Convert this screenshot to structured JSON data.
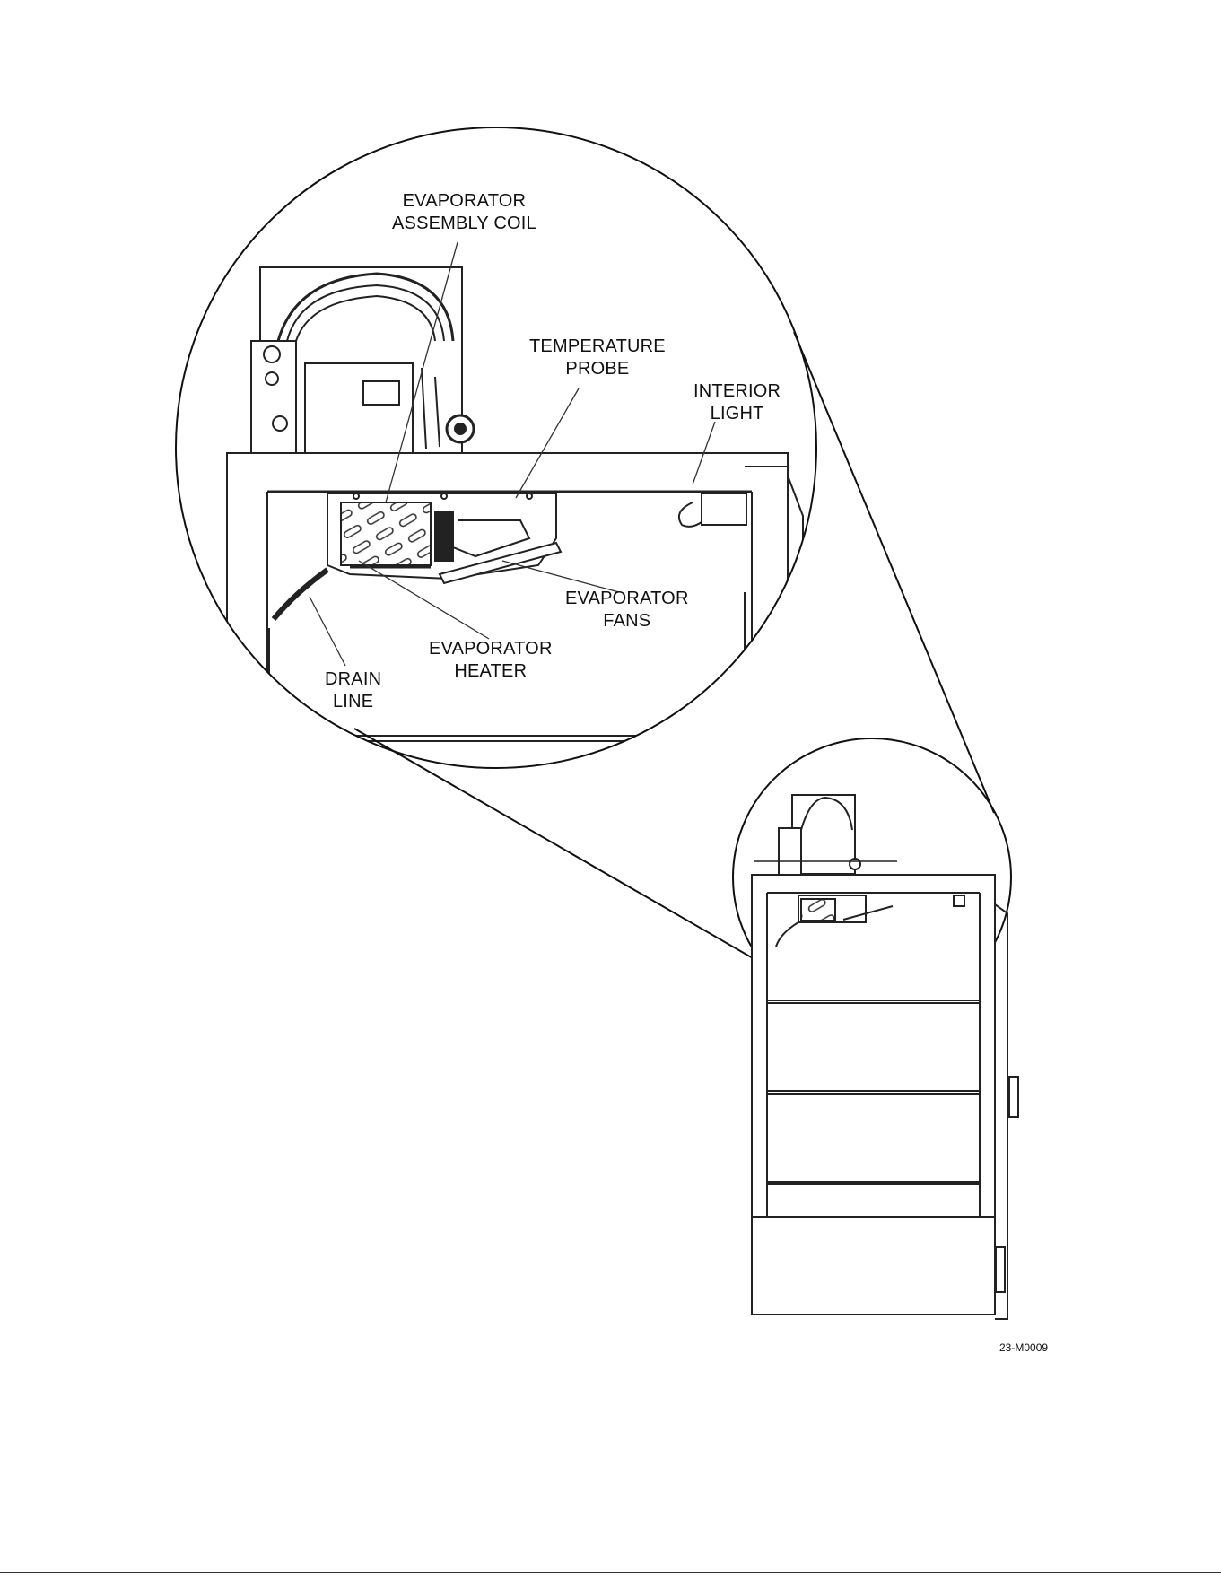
{
  "callouts": {
    "evaporator_coil": [
      "EVAPORATOR",
      "ASSEMBLY COIL"
    ],
    "temperature_probe": [
      "TEMPERATURE",
      "PROBE"
    ],
    "interior_light": [
      "INTERIOR",
      "LIGHT"
    ],
    "evaporator_fans": [
      "EVAPORATOR",
      "FANS"
    ],
    "evaporator_heater": [
      "EVAPORATOR",
      "HEATER"
    ],
    "drain_line": [
      "DRAIN",
      "LINE"
    ]
  },
  "figure_number": "23-M0009"
}
